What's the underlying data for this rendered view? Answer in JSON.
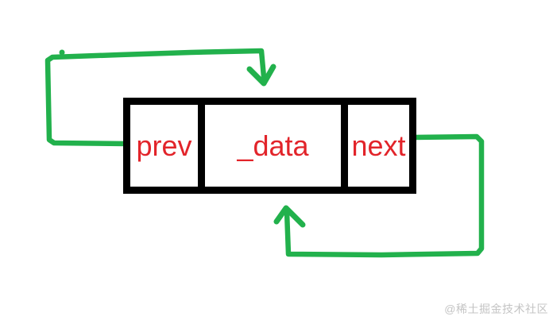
{
  "node": {
    "cells": [
      {
        "label": "prev"
      },
      {
        "label": "_data"
      },
      {
        "label": "next"
      }
    ]
  },
  "colors": {
    "cell_text": "#e2242a",
    "box_border": "#000000",
    "arrow_green": "#22b14c",
    "watermark_gray": "#c4c4c4",
    "background": "#ffffff"
  },
  "watermark": {
    "text": "@稀土掘金技术社区"
  }
}
